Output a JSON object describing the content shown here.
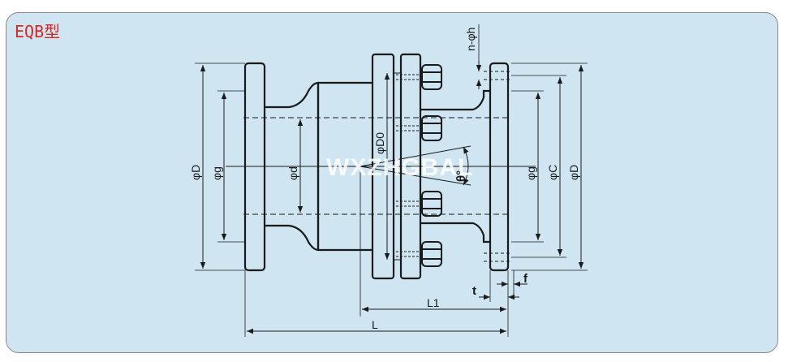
{
  "title": "EQB型",
  "watermark": "WXZHGBAL",
  "labels": {
    "n_phi_h": "n-φh",
    "phi_D_left": "φD",
    "phi_g_left": "φg",
    "phi_d": "φd",
    "phi_D0": "φD0",
    "theta": "θ°",
    "phi_g_right": "φg",
    "phi_C": "φC",
    "phi_D_right": "φD",
    "t": "t",
    "f": "f",
    "L1": "L1",
    "L": "L"
  },
  "colors": {
    "panel_bg": "#cfe6f2",
    "title": "#d6281e",
    "line": "#1a1a1a"
  }
}
